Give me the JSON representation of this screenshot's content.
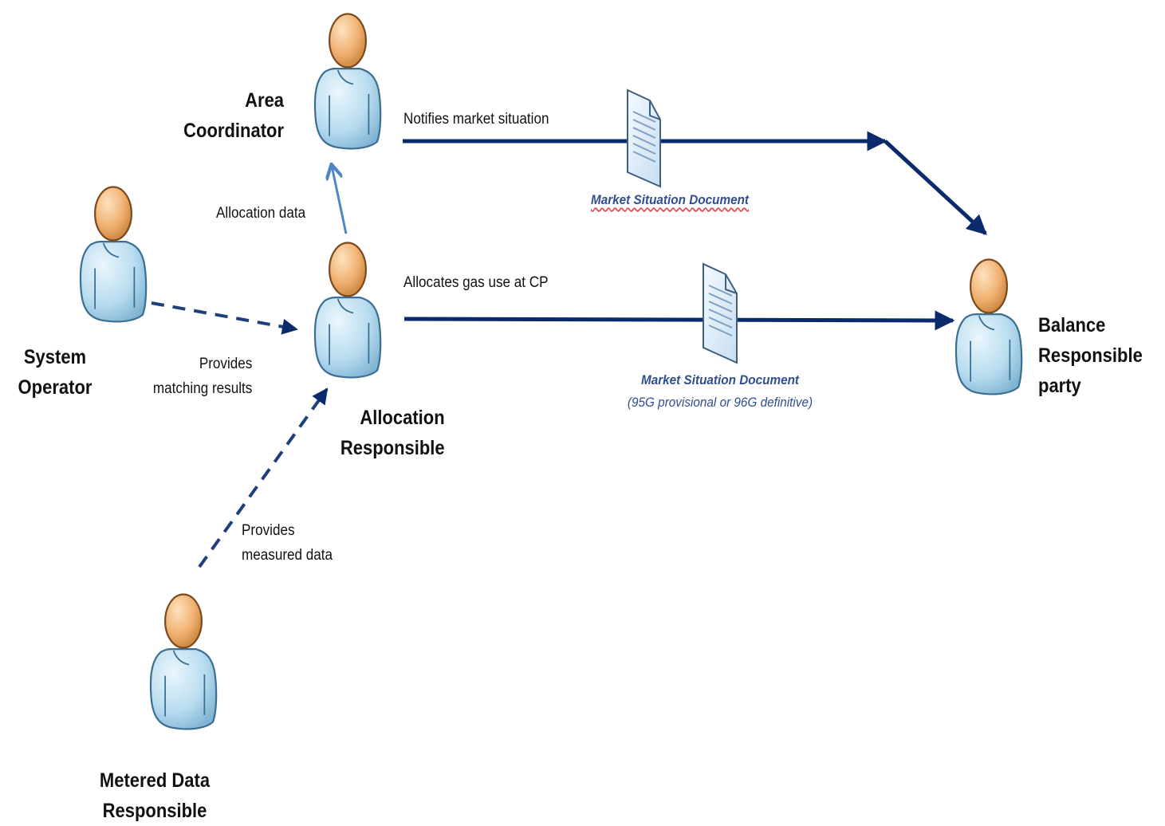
{
  "roles": {
    "area_coordinator": [
      "Area",
      "Coordinator"
    ],
    "system_operator": [
      "System",
      "Operator"
    ],
    "allocation_responsible": [
      "Allocation",
      "Responsible"
    ],
    "metered_data_responsible": [
      "Metered Data",
      "Responsible"
    ],
    "balance_responsible_party": [
      "Balance",
      "Responsible",
      "party"
    ]
  },
  "flows": {
    "notifies": "Notifies market situation",
    "allocation_data": "Allocation data",
    "allocates": "Allocates gas use at CP",
    "matching_results": [
      "Provides",
      "matching results"
    ],
    "measured_data": [
      "Provides",
      "measured data"
    ]
  },
  "documents": {
    "top": {
      "title": "Market Situation  Document"
    },
    "bottom": {
      "title": "Market Situation Document",
      "subtitle": "(95G provisional or 96G definitive)"
    }
  },
  "colors": {
    "arrow_dark": "#0b2a6b",
    "arrow_light": "#4f86c6",
    "person_body": "#b8dcef",
    "person_head": "#f0b070",
    "document_fill": "#dcecf8"
  }
}
